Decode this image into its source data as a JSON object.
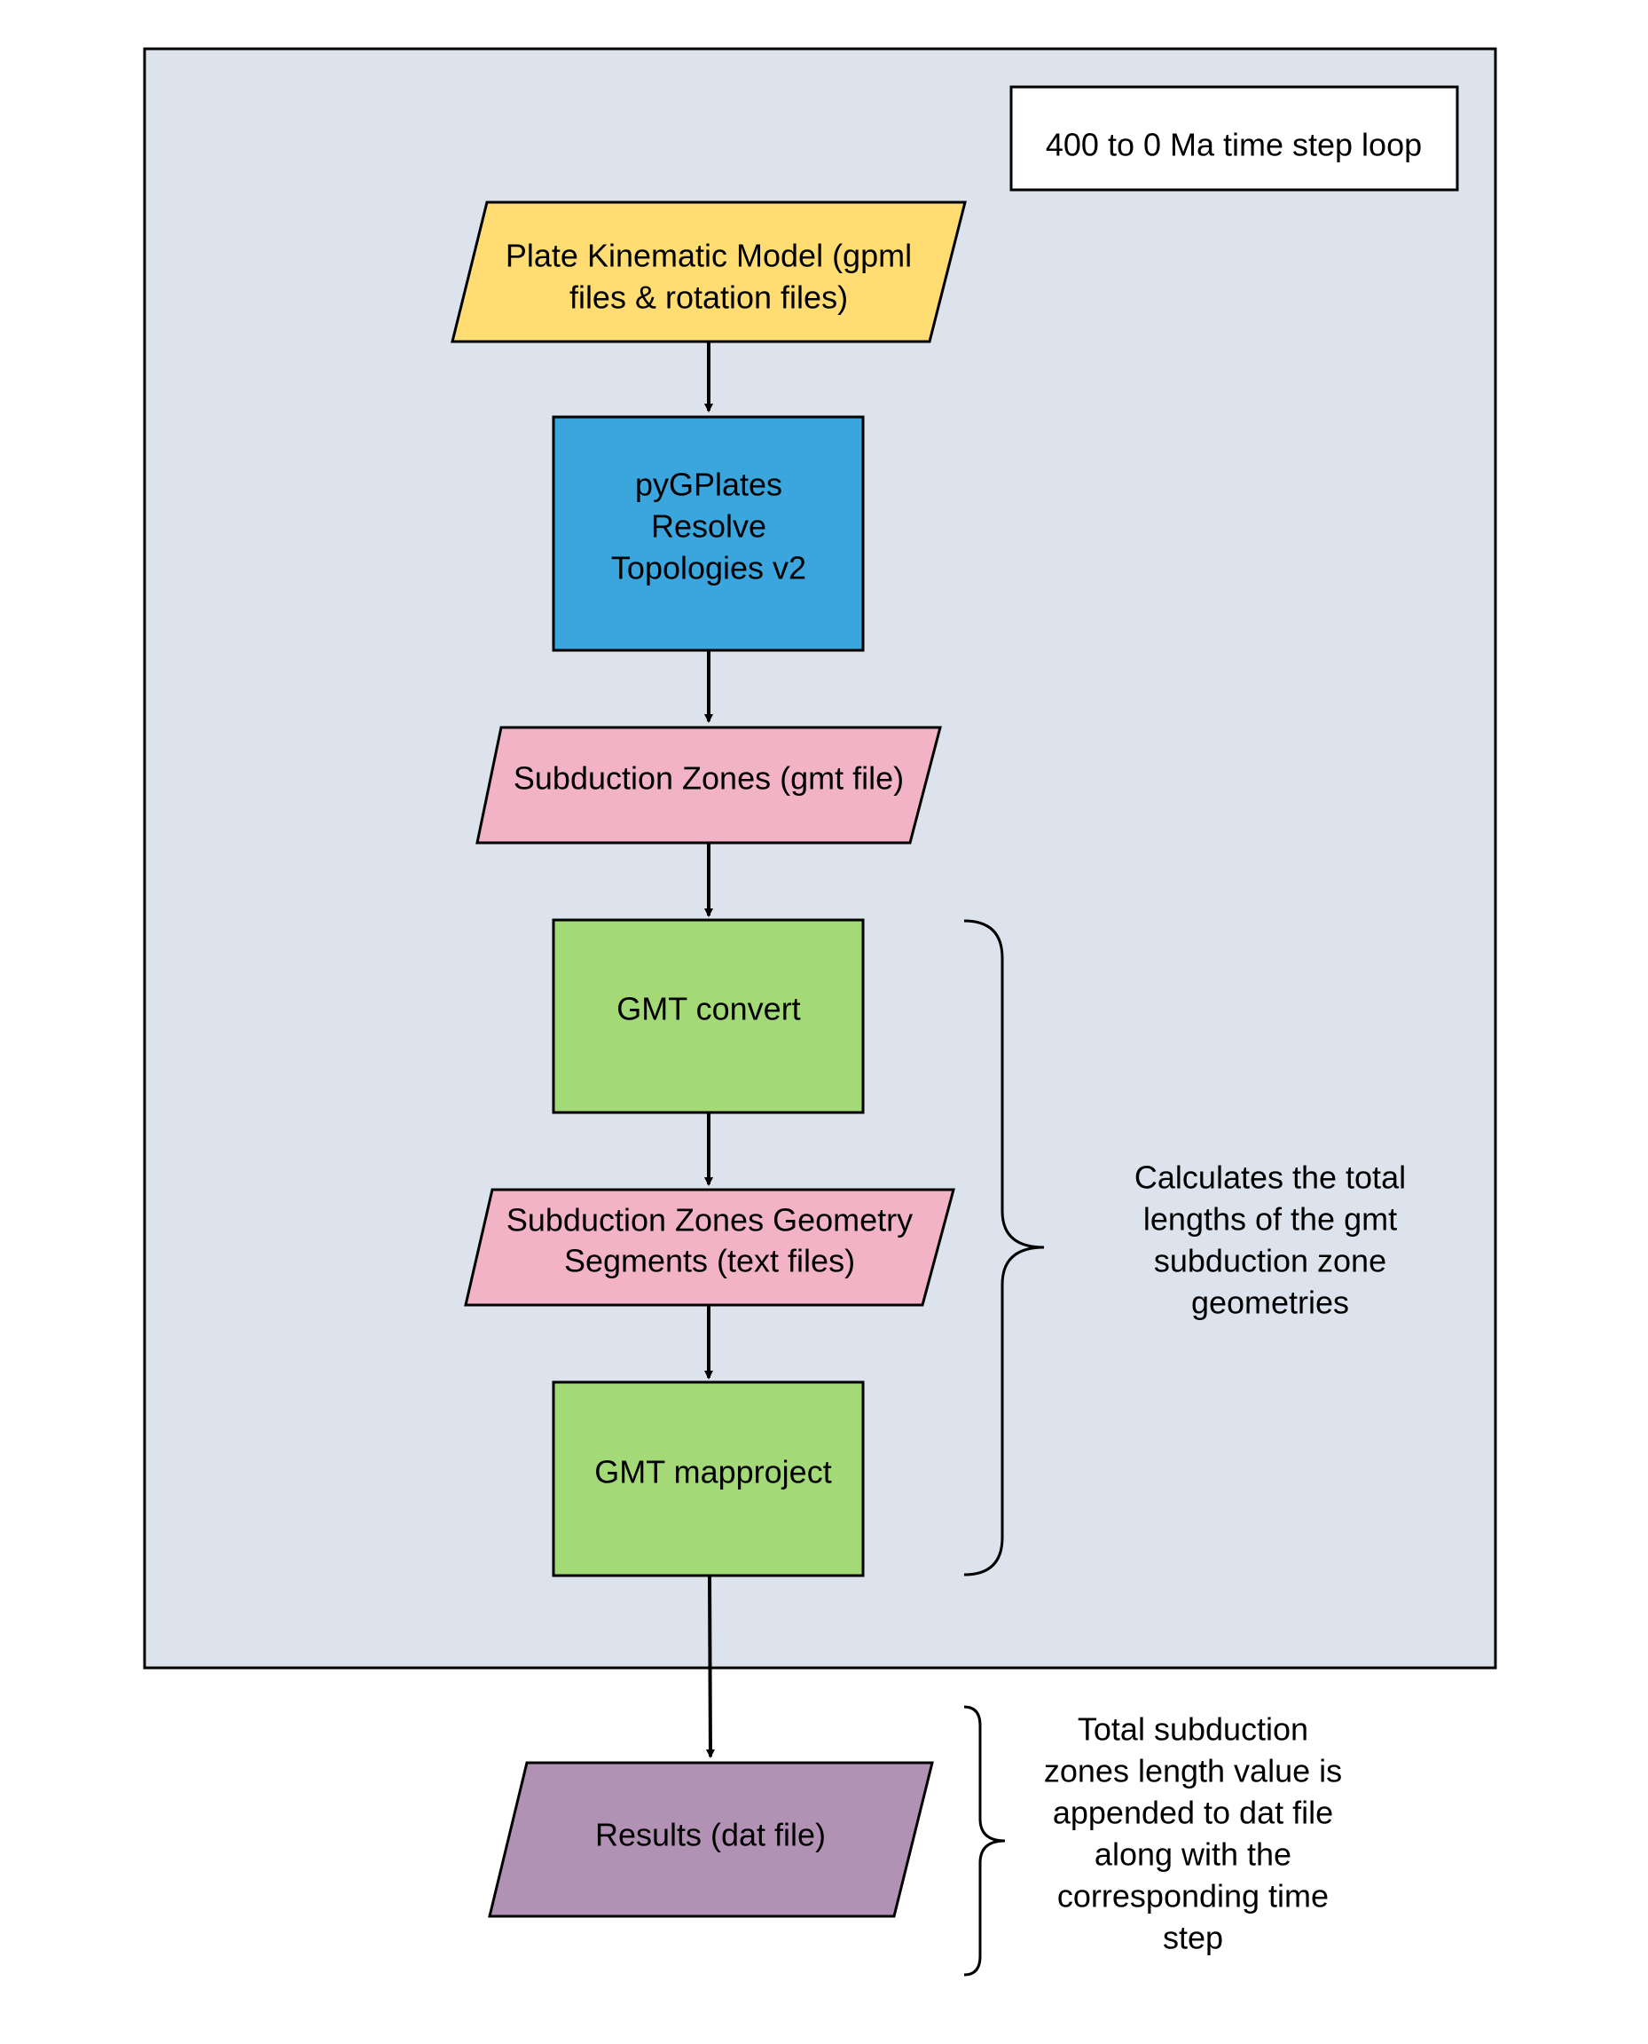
{
  "diagram": {
    "loop_label": "400 to 0 Ma time step loop",
    "nodes": {
      "plate_model": {
        "lines": [
          "Plate Kinematic Model (gpml",
          "files & rotation files)"
        ],
        "color": "#FFDD72"
      },
      "pygplates": {
        "lines": [
          "pyGPlates",
          "Resolve",
          "Topologies v2"
        ],
        "color": "#3BA5DE"
      },
      "subduction_zones": {
        "lines": [
          "Subduction Zones (gmt file)"
        ],
        "color": "#F3B3C6"
      },
      "gmt_convert": {
        "lines": [
          "GMT convert"
        ],
        "color": "#A4D977"
      },
      "geometry_segments": {
        "lines": [
          "Subduction Zones Geometry",
          "Segments (text files)"
        ],
        "color": "#F3B3C6"
      },
      "gmt_mapproject": {
        "lines": [
          "GMT mapproject"
        ],
        "color": "#A4D977"
      },
      "results": {
        "lines": [
          "Results (dat file)"
        ],
        "color": "#B292B4"
      }
    },
    "annotations": {
      "gmt_brace": [
        "Calculates the total",
        "lengths of the gmt",
        "subduction zone",
        "geometries"
      ],
      "results_brace": [
        "Total subduction",
        "zones length value is",
        "appended to dat file",
        "along with the",
        "corresponding time",
        "step"
      ]
    },
    "loop_background": "#DCE3EC"
  }
}
